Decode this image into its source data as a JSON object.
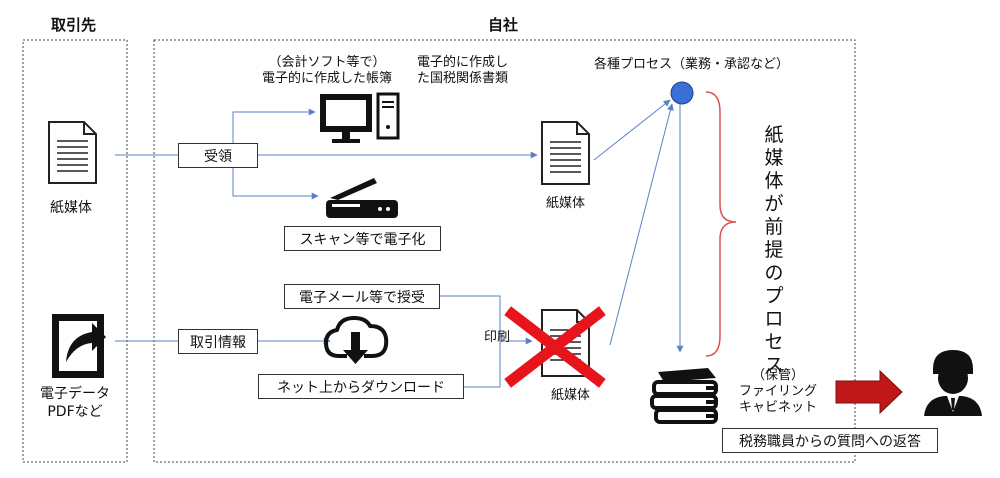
{
  "headers": {
    "partner": "取引先",
    "company": "自社"
  },
  "partner": {
    "paper_label": "紙媒体",
    "electronic_label_line1": "電子データ",
    "electronic_label_line2": "PDFなど"
  },
  "flow": {
    "receive_label": "受領",
    "accounting_line1": "（会計ソフト等で）",
    "accounting_line2": "電子的に作成した帳簿",
    "tax_docs_line1": "電子的に作成し",
    "tax_docs_line2": "た国税関係書類",
    "scan_label": "スキャン等で電子化",
    "paper_doc_label": "紙媒体",
    "email_label": "電子メール等で授受",
    "trade_info_label": "取引情報",
    "download_label": "ネット上からダウンロード",
    "print_label": "印刷",
    "crossed_paper_label": "紙媒体",
    "process_label": "各種プロセス（業務・承認など）",
    "paper_premise_label": "紙媒体が前提のプロセス",
    "storage_line1": "（保管）",
    "storage_line2": "ファイリング",
    "storage_line3": "キャビネット",
    "reply_label": "税務職員からの質問への返答"
  },
  "colors": {
    "arrow_blue": "#5b82c4",
    "process_node": "#3a6fd8",
    "brace_red": "#e05050",
    "cross_red": "#e8141c",
    "big_arrow": "#c01818"
  },
  "icons": [
    "document-icon",
    "share-file-icon",
    "desktop-computer-icon",
    "scanner-icon",
    "cloud-download-icon",
    "books-icon",
    "officer-icon"
  ]
}
